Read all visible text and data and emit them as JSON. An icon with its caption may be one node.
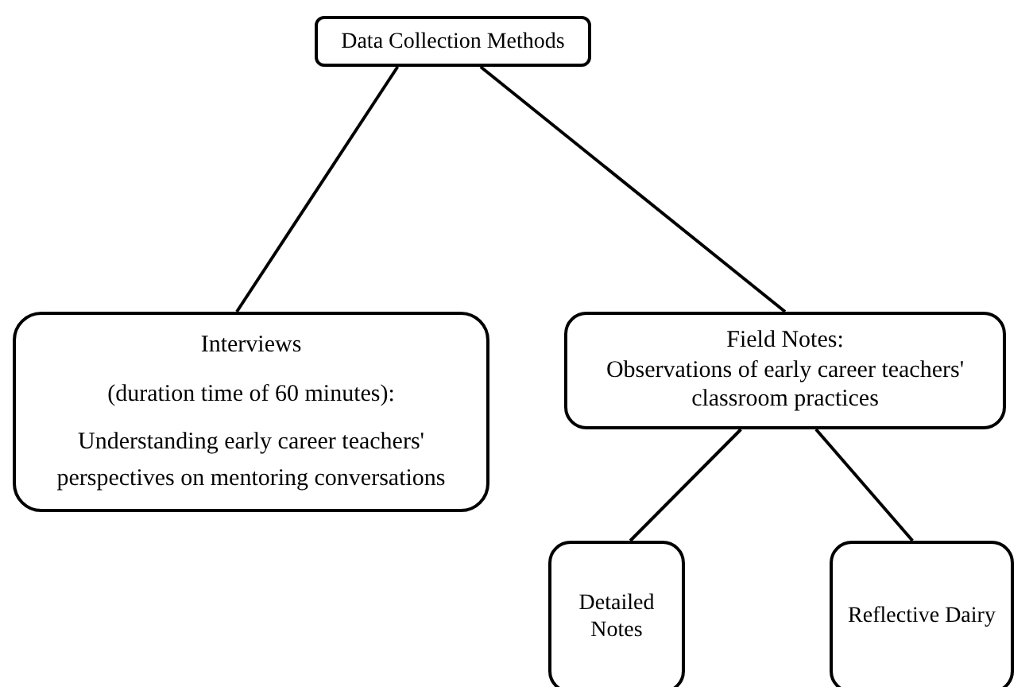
{
  "diagram": {
    "nodes": [
      {
        "text": [
          "Data Collection Methods"
        ]
      },
      {
        "text": [
          "Interviews",
          "(duration time of 60 minutes):",
          "Understanding early career teachers' perspectives on mentoring conversations"
        ]
      },
      {
        "text": [
          "Field Notes:",
          "Observations of early career teachers' classroom practices"
        ]
      },
      {
        "text": [
          "Detailed Notes"
        ]
      },
      {
        "text": [
          "Reflective Dairy"
        ]
      }
    ],
    "edges": [
      {
        "from": 0,
        "to": 1,
        "arrow": "none"
      },
      {
        "from": 0,
        "to": 2,
        "arrow": "none"
      },
      {
        "from": 2,
        "to": 3,
        "arrow": "none"
      },
      {
        "from": 2,
        "to": 4,
        "arrow": "none"
      }
    ]
  }
}
